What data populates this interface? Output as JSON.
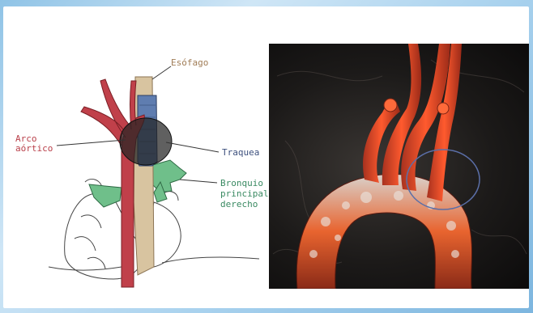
{
  "labels": {
    "esofago": "Esófago",
    "arco_line1": "Arco",
    "arco_line2": "aórtico",
    "traquea": "Traquea",
    "bronquio_line1": "Bronquio",
    "bronquio_line2": "principal",
    "bronquio_line3": "derecho"
  },
  "colors": {
    "esophagus": "#d8c4a0",
    "aorta": "#c0404a",
    "trachea": "#5f7db0",
    "bronchus": "#6fbf8a",
    "circle": "#1a1a1a"
  },
  "icons": {
    "circle_highlight": "ellipse-outline"
  }
}
